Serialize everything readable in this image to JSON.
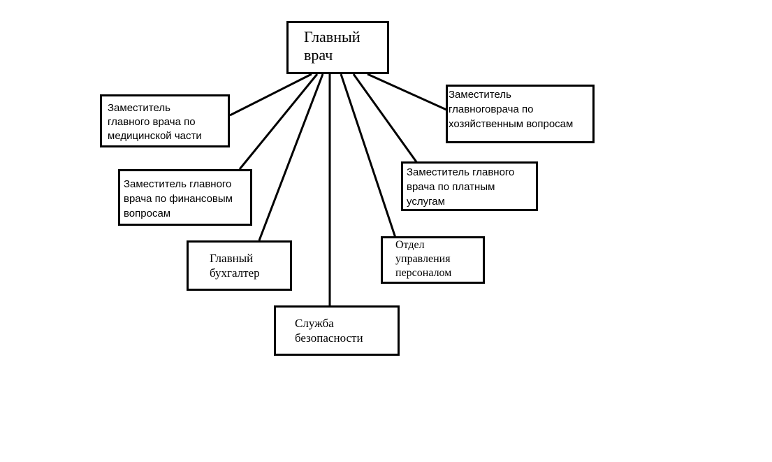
{
  "diagram": {
    "root": {
      "label": "Главный\n врач"
    },
    "nodes": [
      {
        "id": "deputy-medical",
        "label": "Заместитель\nглавного врача по\nмедицинской части"
      },
      {
        "id": "deputy-finance",
        "label": "Заместитель главного\nврача по финансовым\nвопросам"
      },
      {
        "id": "chief-accountant",
        "label": "Главный\nбухгалтер"
      },
      {
        "id": "security",
        "label": "Служба\nбезопасности"
      },
      {
        "id": "hr-department",
        "label": "Отдел\nуправления\nперсоналом"
      },
      {
        "id": "deputy-paid",
        "label": "Заместитель главного\nврача по платным\nуслугам"
      },
      {
        "id": "deputy-economic",
        "label": "Заместитель\nглавноговрача по\nхозяйственным вопросам"
      }
    ],
    "edges": [
      {
        "from": "root",
        "to": "deputy-medical"
      },
      {
        "from": "root",
        "to": "deputy-finance"
      },
      {
        "from": "root",
        "to": "chief-accountant"
      },
      {
        "from": "root",
        "to": "security"
      },
      {
        "from": "root",
        "to": "hr-department"
      },
      {
        "from": "root",
        "to": "deputy-paid"
      },
      {
        "from": "root",
        "to": "deputy-economic"
      }
    ]
  }
}
